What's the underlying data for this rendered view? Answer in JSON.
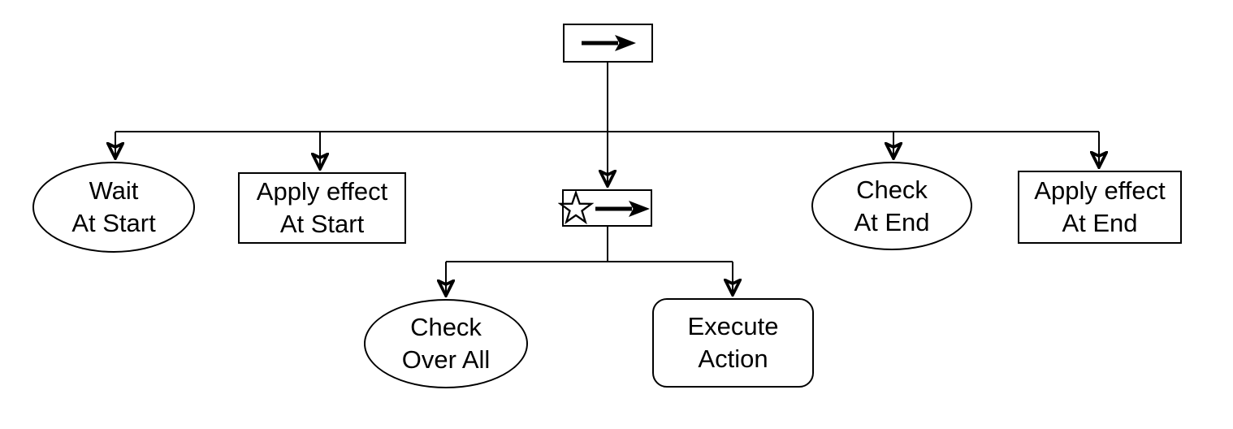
{
  "diagram": {
    "background_color": "#ffffff",
    "stroke_color": "#000000",
    "text_color": "#000000",
    "nodes": {
      "root": {
        "shape": "rectangle",
        "icon": "right-arrow"
      },
      "wait_at_start": {
        "shape": "ellipse",
        "line1": "Wait",
        "line2": "At Start"
      },
      "apply_effect_at_start": {
        "shape": "rectangle",
        "line1": "Apply effect",
        "line2": "At Start"
      },
      "sequence": {
        "shape": "rectangle",
        "icons": [
          "star",
          "right-arrow"
        ]
      },
      "check_at_end": {
        "shape": "ellipse",
        "line1": "Check",
        "line2": "At End"
      },
      "apply_effect_at_end": {
        "shape": "rectangle",
        "line1": "Apply effect",
        "line2": "At End"
      },
      "check_over_all": {
        "shape": "ellipse",
        "line1": "Check",
        "line2": "Over All"
      },
      "execute_action": {
        "shape": "rounded-rectangle",
        "line1": "Execute",
        "line2": "Action"
      }
    },
    "edges": [
      {
        "from": "root",
        "to": "wait_at_start"
      },
      {
        "from": "root",
        "to": "apply_effect_at_start"
      },
      {
        "from": "root",
        "to": "sequence"
      },
      {
        "from": "root",
        "to": "check_at_end"
      },
      {
        "from": "root",
        "to": "apply_effect_at_end"
      },
      {
        "from": "sequence",
        "to": "check_over_all"
      },
      {
        "from": "sequence",
        "to": "execute_action"
      }
    ]
  }
}
